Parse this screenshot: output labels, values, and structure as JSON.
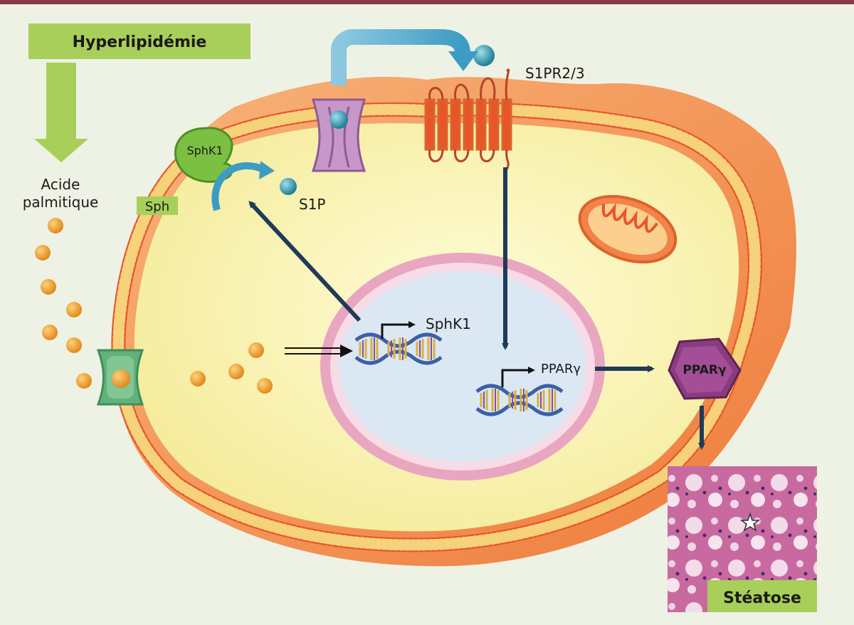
{
  "diagram": {
    "hyperlipidemia": "Hyperlipidémie",
    "acid_line1": "Acide",
    "acid_line2": "palmitique",
    "sph": "Sph",
    "sphk1_enzyme": "SphK1",
    "s1p": "S1P",
    "receptor": "S1PR2/3",
    "gene_sphk1": "SphK1",
    "gene_ppar": "PPARγ",
    "protein_ppar": "PPARγ",
    "steatosis": "Stéatose"
  },
  "colors": {
    "top_border": "#8b3a4a",
    "background": "#eef2e4",
    "label_green": "#a8cf5a",
    "arrow_green": "#a8cf5a",
    "membrane_orange": "#e8552a",
    "cytoplasm_yellow": "#faf4b0",
    "outer_orange": "#f6a461",
    "nucleus_blue": "#dbe8f4",
    "nuclear_envelope_pink": "#e8a6c0",
    "fatty_acid_orange": "#f3a63a",
    "s1p_teal": "#3aa4b8",
    "dark_arrow": "#1f3a5a",
    "ppar_purple": "#8a3c80",
    "channel_purple": "#c797c9",
    "transporter_green": "#62b07a",
    "sphk1_green": "#7cc043",
    "mitochondria_orange": "#f2834a"
  }
}
